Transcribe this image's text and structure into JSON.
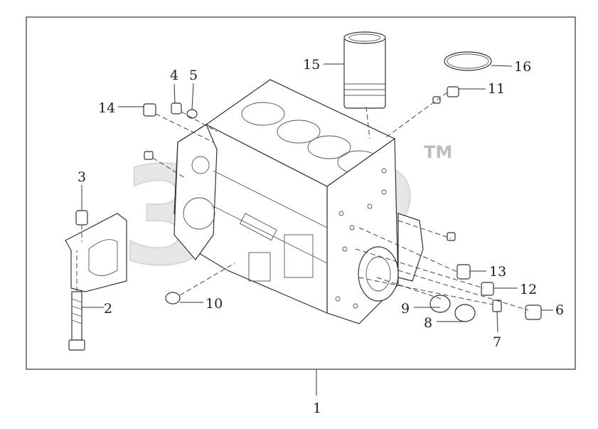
{
  "watermark": {
    "text": "3HP",
    "trademark": "TM"
  },
  "callouts": [
    {
      "id": "1",
      "label": "1"
    },
    {
      "id": "2",
      "label": "2"
    },
    {
      "id": "3",
      "label": "3"
    },
    {
      "id": "4",
      "label": "4"
    },
    {
      "id": "5",
      "label": "5"
    },
    {
      "id": "6",
      "label": "6"
    },
    {
      "id": "7",
      "label": "7"
    },
    {
      "id": "8",
      "label": "8"
    },
    {
      "id": "9",
      "label": "9"
    },
    {
      "id": "10",
      "label": "10"
    },
    {
      "id": "11",
      "label": "11"
    },
    {
      "id": "12",
      "label": "12"
    },
    {
      "id": "13",
      "label": "13"
    },
    {
      "id": "14",
      "label": "14"
    },
    {
      "id": "15",
      "label": "15"
    },
    {
      "id": "16",
      "label": "16"
    }
  ],
  "colors": {
    "line": "#333333",
    "watermark": "#e6e6e6",
    "background": "#ffffff"
  }
}
